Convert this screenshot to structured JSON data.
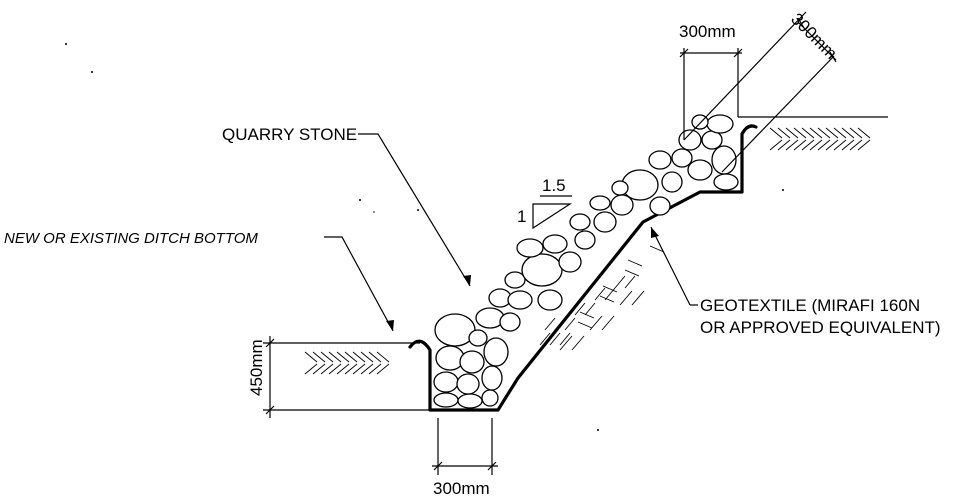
{
  "labels": {
    "quarry_stone": "QUARRY STONE",
    "ditch_bottom": "NEW OR EXISTING DITCH BOTTOM",
    "geotextile_line1": "GEOTEXTILE (MIRAFI 160N",
    "geotextile_line2": "OR APPROVED EQUIVALENT)"
  },
  "dimensions": {
    "top_width": "300mm",
    "slope_thickness": "300mm",
    "toe_depth": "450mm",
    "toe_width": "300mm"
  },
  "slope": {
    "rise": "1",
    "run": "1.5"
  }
}
